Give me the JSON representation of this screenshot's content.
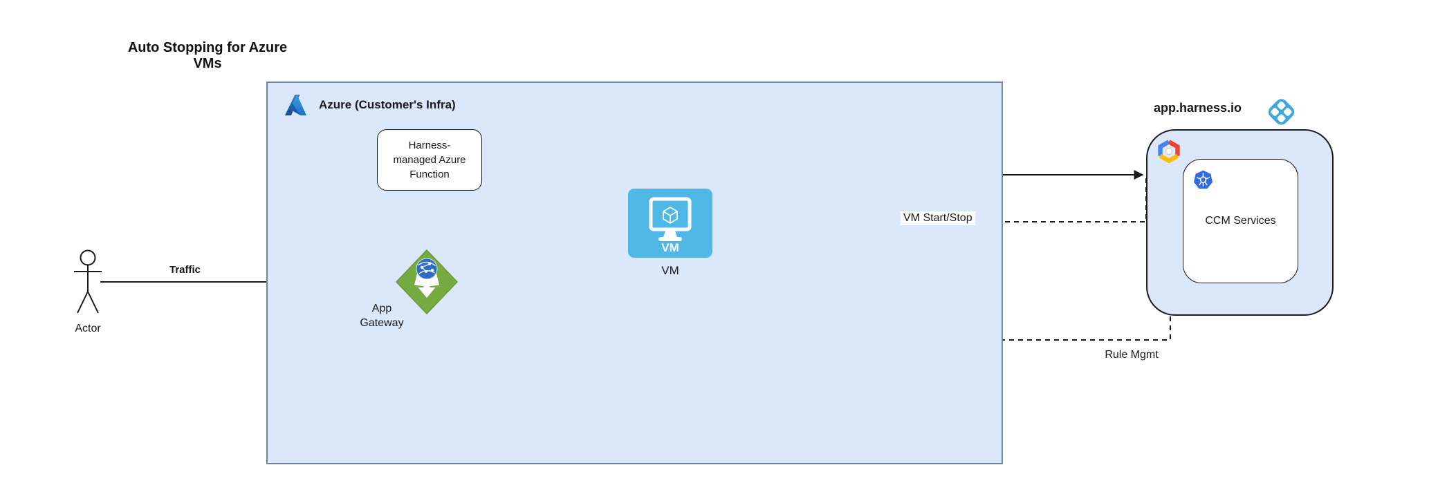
{
  "title": {
    "lines": [
      "Auto Stopping for Azure",
      "VMs"
    ]
  },
  "groups": {
    "azure": {
      "label": "Azure (Customer's Infra)",
      "icon": "azure-logo-icon"
    },
    "harness": {
      "label": "app.harness.io",
      "icon": "harness-logo-icon",
      "badge_icon": "gcp-logo-icon"
    }
  },
  "nodes": {
    "actor": {
      "label": "Actor",
      "icon": "actor-icon"
    },
    "function": {
      "lines": [
        "Harness-",
        "managed Azure",
        "Function"
      ]
    },
    "app_gateway": {
      "label": "App Gateway",
      "icon": "app-gateway-icon"
    },
    "vm": {
      "icon_caption": "VM",
      "label": "VM",
      "icon": "vm-icon"
    },
    "ccm": {
      "label": "CCM Services",
      "icon": "kubernetes-logo-icon"
    }
  },
  "edges": {
    "traffic": {
      "label": "Traffic",
      "style": "solid",
      "from": "actor",
      "to": "app_gateway"
    },
    "gateway_to_function": {
      "style": "solid",
      "from": "app_gateway",
      "to": "function"
    },
    "gateway_to_vm": {
      "style": "solid",
      "from": "app_gateway",
      "to": "vm"
    },
    "function_harness": {
      "style": "solid",
      "bidirectional": true,
      "from": "function",
      "to": "harness"
    },
    "vm_start_stop": {
      "label": "VM Start/Stop",
      "style": "dashed",
      "from": "harness",
      "to": "vm"
    },
    "rule_mgmt": {
      "label": "Rule Mgmt",
      "style": "dashed",
      "from": "harness",
      "to": "app_gateway"
    }
  },
  "colors": {
    "group_fill": "#dbe7fa",
    "azure_group_border": "#6d84a8",
    "line": "#191919",
    "vm_blue": "#4fb8e7",
    "gateway_green": "#76ab3f",
    "harness_blue": "#3fa7dd",
    "kubernetes_blue": "#326ce5",
    "gcp_blue": "#4285f4",
    "gcp_red": "#ea4335",
    "gcp_yellow": "#fbbc05"
  }
}
